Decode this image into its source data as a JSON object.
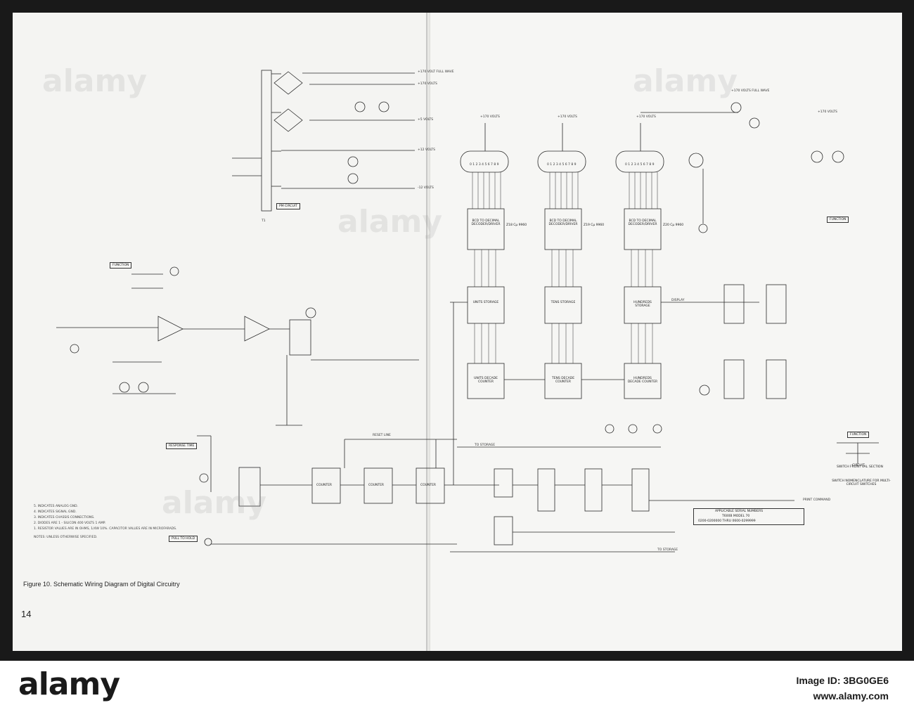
{
  "figure": {
    "caption": "Figure 10. Schematic Wiring Diagram of Digital Circuitry",
    "page_number": "14"
  },
  "power_rails": [
    "+170 VOLT FULL WAVE",
    "+170 VOLTS",
    "+5 VOLTS",
    "+12 VOLTS",
    "-12 VOLTS"
  ],
  "transformer": {
    "pm_circuit": "PM CIRCUIT",
    "label": "T1"
  },
  "tags": {
    "function_left": "FUNCTION",
    "function_right": "FUNCTION",
    "function_legend": "FUNCTION",
    "response_time": "RESPONSE TIME",
    "pull_to_hold": "PULL TO HOLD",
    "reset_line": "RESET LINE",
    "to_storage_top": "TO STORAGE",
    "to_storage_bottom": "TO STORAGE",
    "print_command": "PRINT COMMAND",
    "display": "DISPLAY"
  },
  "blocks": {
    "decoders": [
      "BCD TO DECIMAL DECODER/DRIVER",
      "BCD TO DECIMAL DECODER/DRIVER",
      "BCD TO DECIMAL DECODER/DRIVER"
    ],
    "storage": [
      "UNITS STORAGE",
      "TENS STORAGE",
      "HUNDREDS STORAGE"
    ],
    "counters": [
      "UNITS DECADE COUNTER",
      "TENS DECADE COUNTER",
      "HUNDREDS DECADE COUNTER"
    ],
    "small_counters": [
      "COUNTER",
      "COUNTER",
      "COUNTER"
    ],
    "decoder_ref": [
      "Z18 Cμ 9960",
      "Z19 Cμ 9960",
      "Z20 Cμ 9960"
    ]
  },
  "serial_box": {
    "title": "APPLICABLE SERIAL NUMBERS",
    "model": "T600B MODEL 70",
    "range": "0200-0200000 THRU 0600-0299999"
  },
  "switch_legend": {
    "caption": "SWITCH NOMENCLATURE FOR MULTI-CIRCUIT SWITCHES",
    "items": [
      "SWITCH FRONT VAL",
      "CIRCUIT",
      "SECTION"
    ]
  },
  "notes": {
    "heading": "NOTES: UNLESS OTHERWISE SPECIFIED.",
    "lines": [
      "1. RESISTOR VALUES ARE IN OHMS, 1/4W 10%. CAPACITOR VALUES ARE IN MICROFARADS.",
      "2. DIODES ARE 1 - SILICON 400 VOLTS 1 AMP.",
      "3. INDICATES CHASSIS CONNECTIONS.",
      "4. INDICATES SIGNAL GND.",
      "5. INDICATES ANALOG GND."
    ]
  },
  "watermark": {
    "logo": "alamy",
    "image_id": "Image ID: 3BG0GE6",
    "url": "www.alamy.com"
  }
}
